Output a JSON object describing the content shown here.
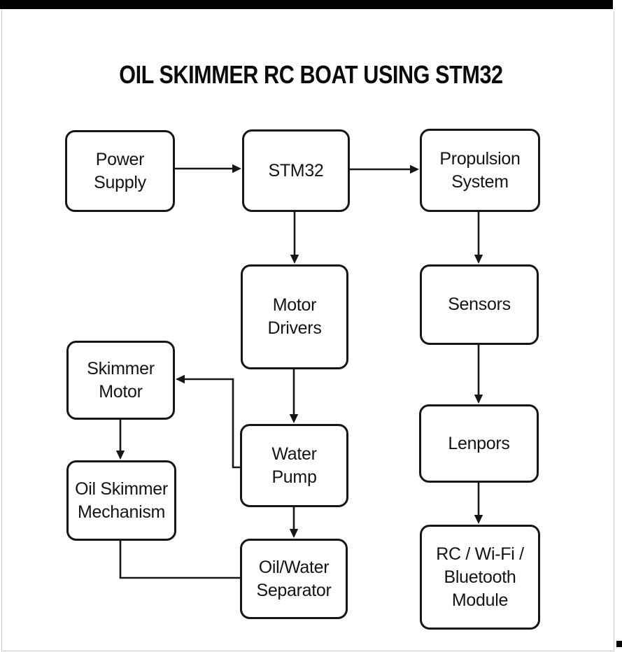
{
  "title": "OIL SKIMMER RC BOAT USING STM32",
  "nodes": {
    "power_supply": {
      "label": "Power\nSupply"
    },
    "stm32": {
      "label": "STM32"
    },
    "propulsion_system": {
      "label": "Propulsion\nSystem"
    },
    "motor_drivers": {
      "label": "Motor\nDrivers"
    },
    "sensors": {
      "label": "Sensors"
    },
    "skimmer_motor": {
      "label": "Skimmer\nMotor"
    },
    "water_pump": {
      "label": "Water\nPump"
    },
    "lenpors": {
      "label": "Lenpors"
    },
    "oil_skimmer_mechanism": {
      "label": "Oil Skimmer\nMechanism"
    },
    "oil_water_separator": {
      "label": "Oil/Water\nSeparator"
    },
    "rc_wifi_bluetooth_module": {
      "label": "RC / Wi-Fi /\nBluetooth\nModule"
    }
  },
  "edges": [
    {
      "from": "Power Supply",
      "to": "STM32",
      "arrow": true
    },
    {
      "from": "STM32",
      "to": "Propulsion System",
      "arrow": true
    },
    {
      "from": "STM32",
      "to": "Motor Drivers",
      "arrow": true
    },
    {
      "from": "Propulsion System",
      "to": "Sensors",
      "arrow": true
    },
    {
      "from": "Motor Drivers",
      "to": "Water Pump",
      "arrow": true
    },
    {
      "from": "Water Pump",
      "to": "Skimmer Motor",
      "arrow": true
    },
    {
      "from": "Skimmer Motor",
      "to": "Oil Skimmer Mechanism",
      "arrow": true
    },
    {
      "from": "Water Pump",
      "to": "Oil/Water Separator",
      "arrow": true
    },
    {
      "from": "Oil Skimmer Mechanism",
      "to": "Oil/Water Separator",
      "arrow": false
    },
    {
      "from": "Sensors",
      "to": "Lenpors",
      "arrow": true
    },
    {
      "from": "Lenpors",
      "to": "RC / Wi-Fi / Bluetooth Module",
      "arrow": true
    }
  ],
  "colors": {
    "line": "#111111",
    "background": "#ffffff",
    "frame_border": "#c9c9c9",
    "top_bar": "#000000"
  }
}
